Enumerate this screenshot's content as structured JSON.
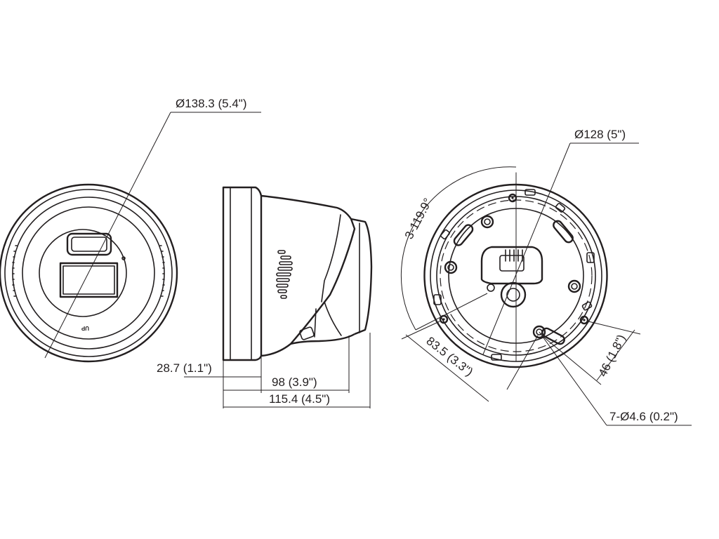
{
  "front_view": {
    "diameter_label": "Ø138.3 (5.4\")",
    "marking_label": "UP"
  },
  "side_view": {
    "base_height_label": "28.7 (1.1\")",
    "body_depth_label": "98 (3.9\")",
    "total_depth_label": "115.4 (4.5\")"
  },
  "base_view": {
    "base_diameter_label": "Ø128 (5\")",
    "angle_label": "3-119.9°",
    "hole_spacing_label": "83.5 (3.3\")",
    "offset_label": "46 (1.8\")",
    "mount_hole_label": "7-Ø4.6 (0.2\")"
  },
  "colors": {
    "line": "#231f20",
    "background": "#ffffff"
  }
}
